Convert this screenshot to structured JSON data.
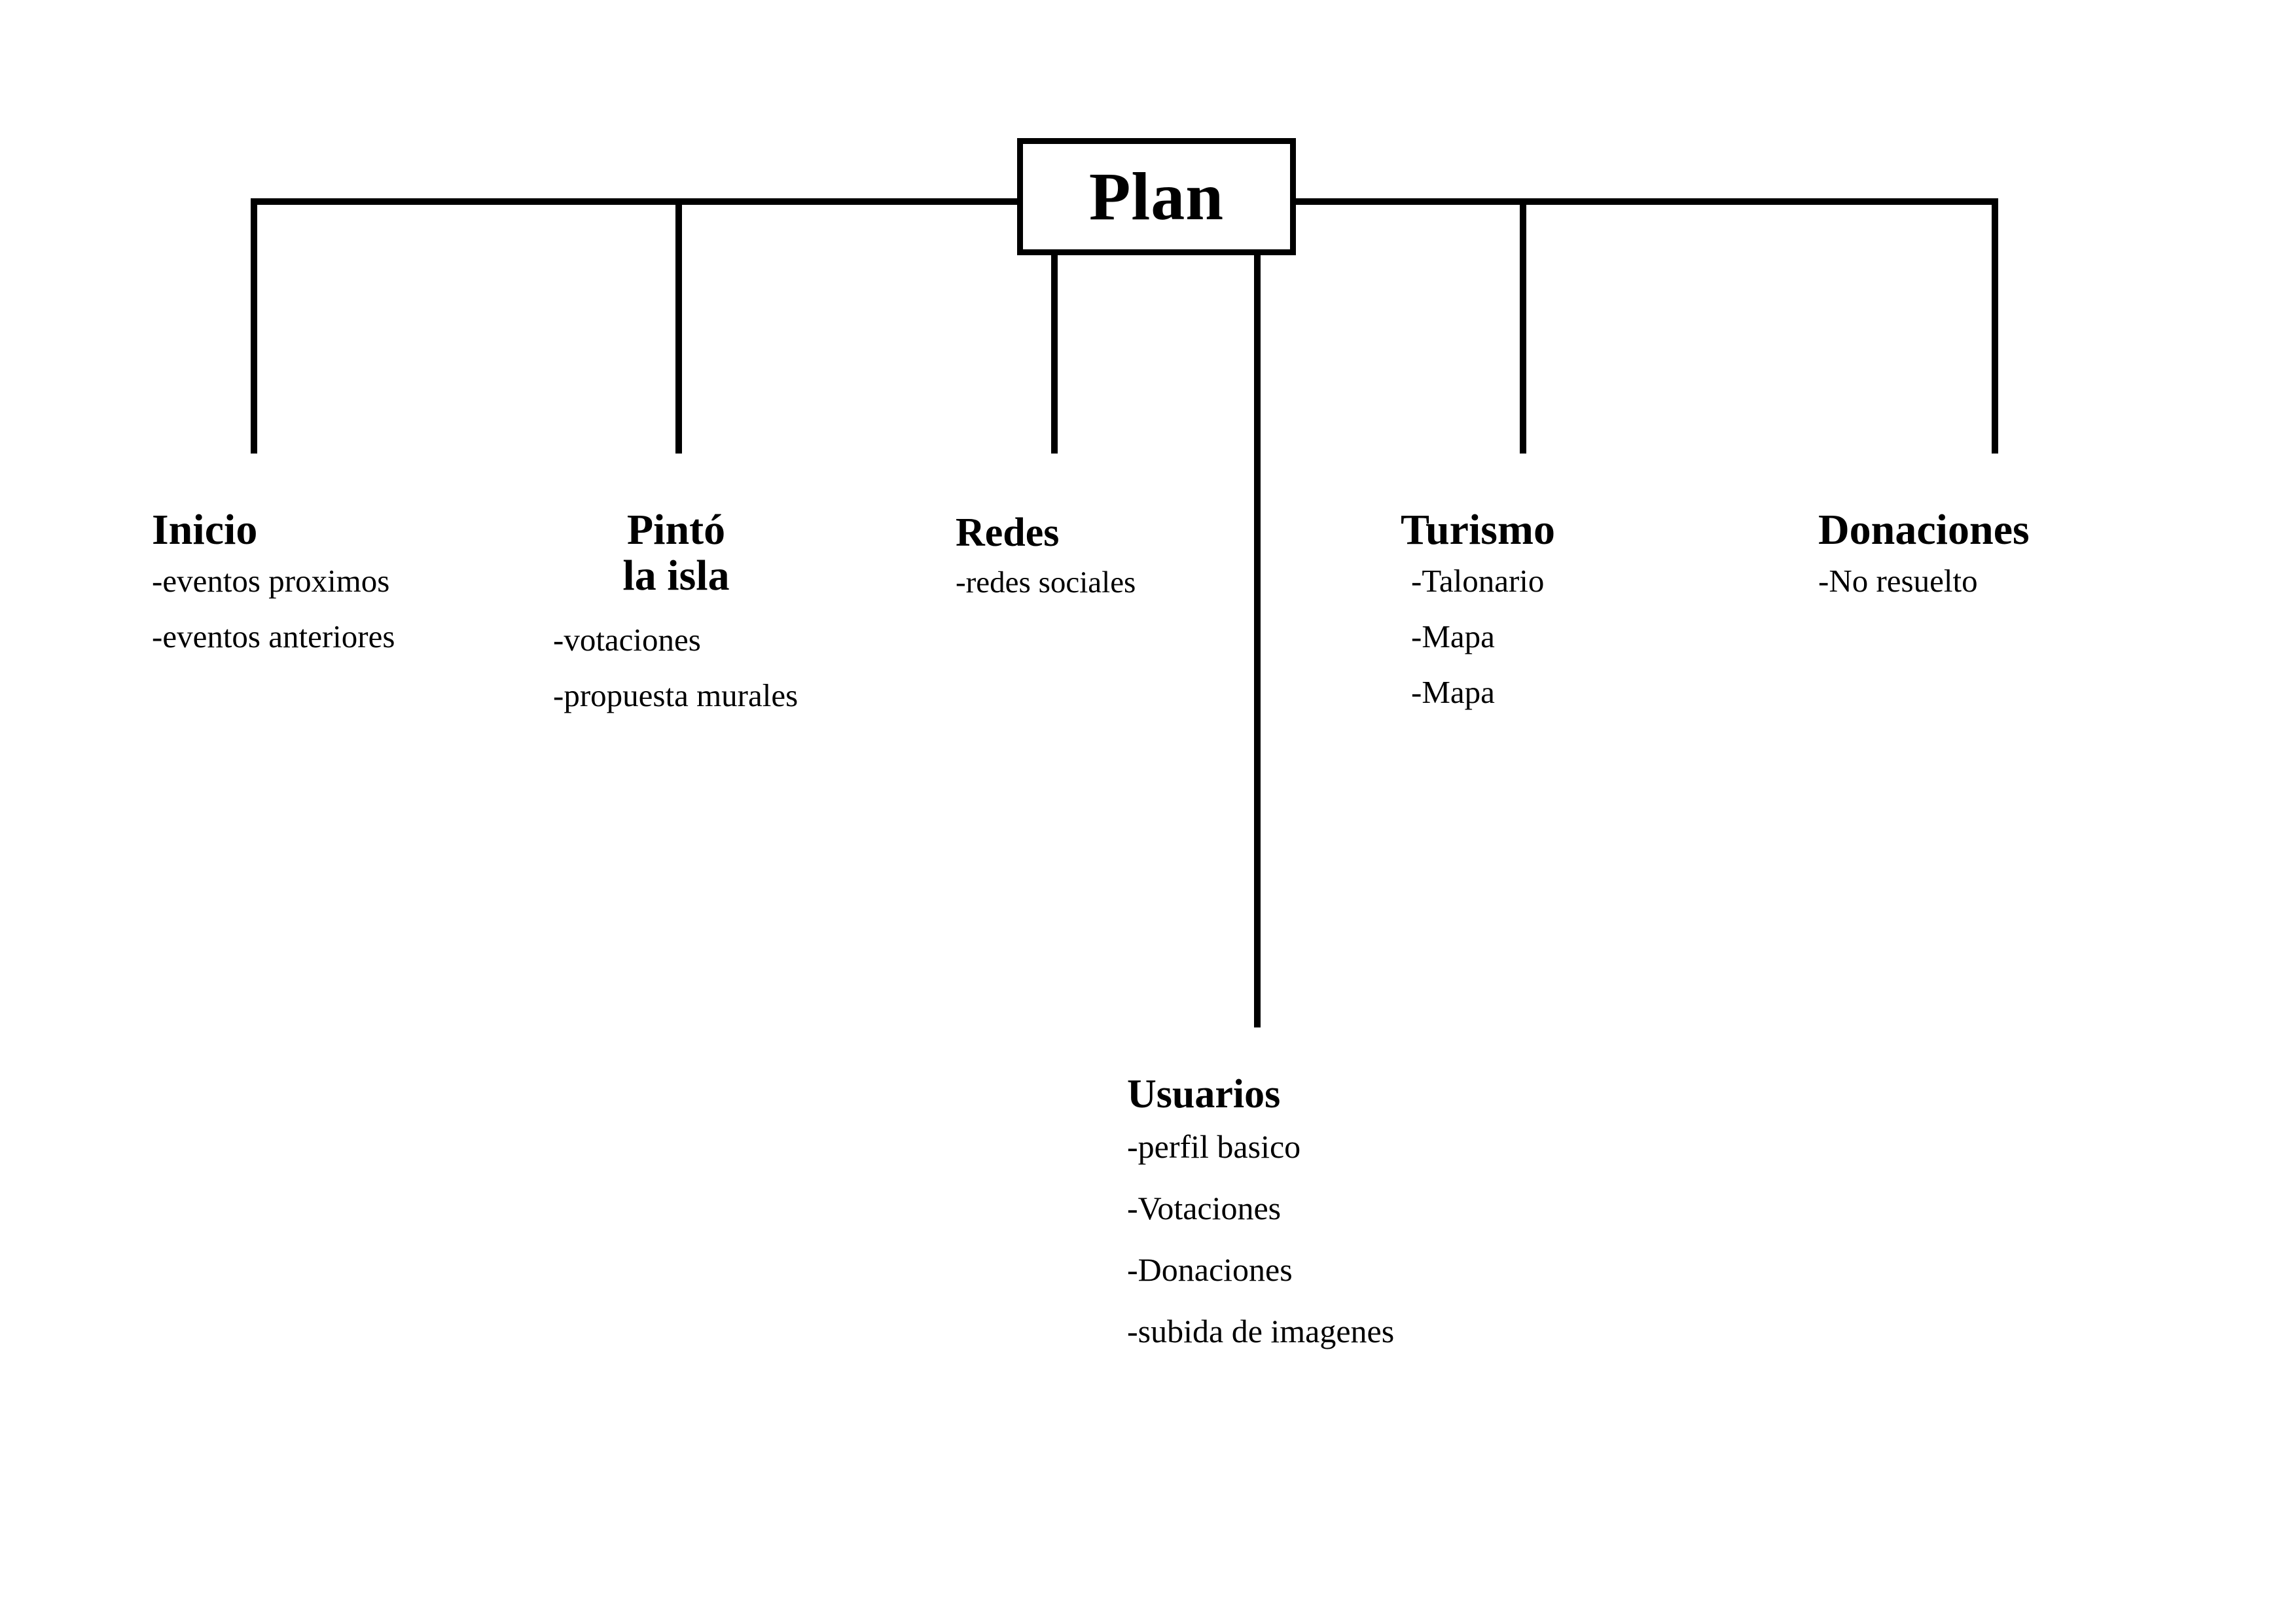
{
  "diagram": {
    "type": "sitemap-tree",
    "root": {
      "label": "Plan"
    },
    "branches": [
      {
        "id": "inicio",
        "title": "Inicio",
        "items": [
          "-eventos proximos",
          "-eventos anteriores"
        ]
      },
      {
        "id": "pinto-la-isla",
        "title": "Pintó\nla isla",
        "items": [
          "-votaciones",
          "-propuesta murales"
        ]
      },
      {
        "id": "redes",
        "title": "Redes",
        "items": [
          "-redes sociales"
        ]
      },
      {
        "id": "turismo",
        "title": "Turismo",
        "items": [
          "-Talonario",
          "-Mapa",
          "-Mapa"
        ]
      },
      {
        "id": "donaciones",
        "title": "Donaciones",
        "items": [
          "-No resuelto"
        ]
      },
      {
        "id": "usuarios",
        "title": "Usuarios",
        "items": [
          "-perfil basico",
          "-Votaciones",
          "-Donaciones",
          "-subida de imagenes"
        ]
      }
    ],
    "colors": {
      "ink": "#000000",
      "background": "#ffffff"
    }
  }
}
